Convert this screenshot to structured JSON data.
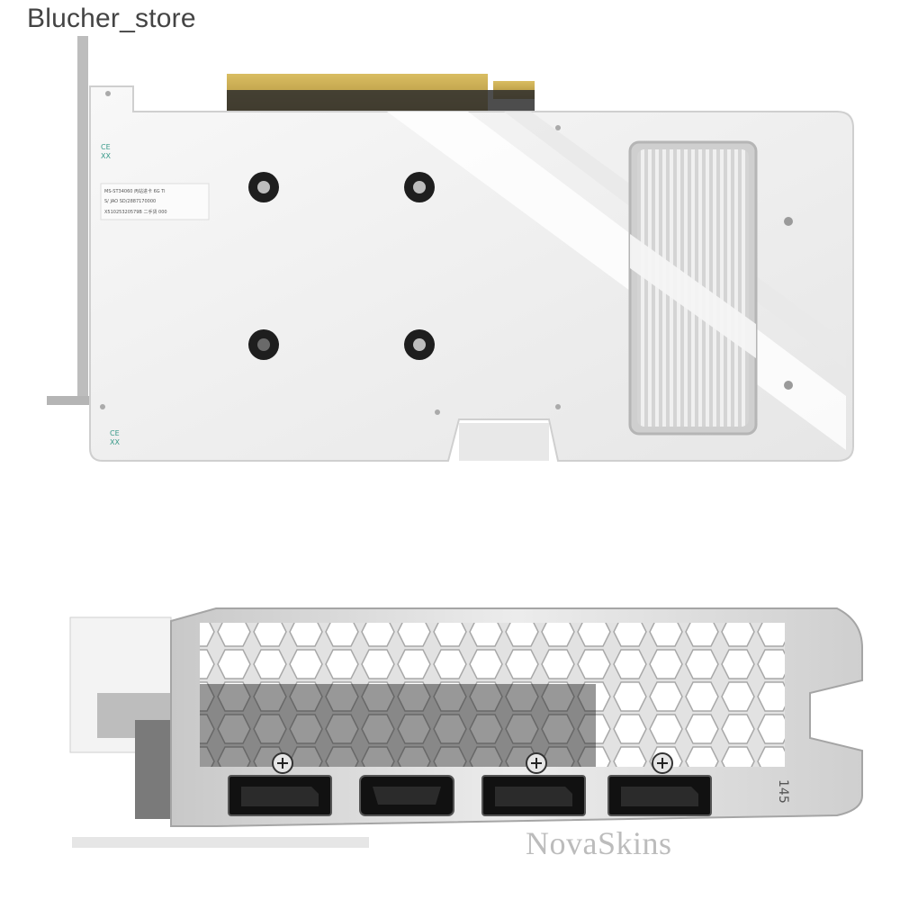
{
  "header": {
    "store_name": "Blucher_store"
  },
  "watermark": {
    "text": "NovaSkins"
  },
  "backplate": {
    "sticker_lines": [
      "MS-ST34060 丙站进卡 6G Ti",
      "S/ JAO    SD/2887170000",
      "X51025320579B  二手货   000"
    ],
    "certification_marks": [
      "CE",
      "XX"
    ]
  },
  "io_bracket": {
    "marking": "145",
    "ports": [
      "DisplayPort",
      "HDMI",
      "DisplayPort",
      "DisplayPort"
    ]
  },
  "colors": {
    "backplate": "#f2f2f2",
    "gold_contacts": "#c9a84b",
    "bracket_metal": "#d9d9d9",
    "port_black": "#111111"
  }
}
